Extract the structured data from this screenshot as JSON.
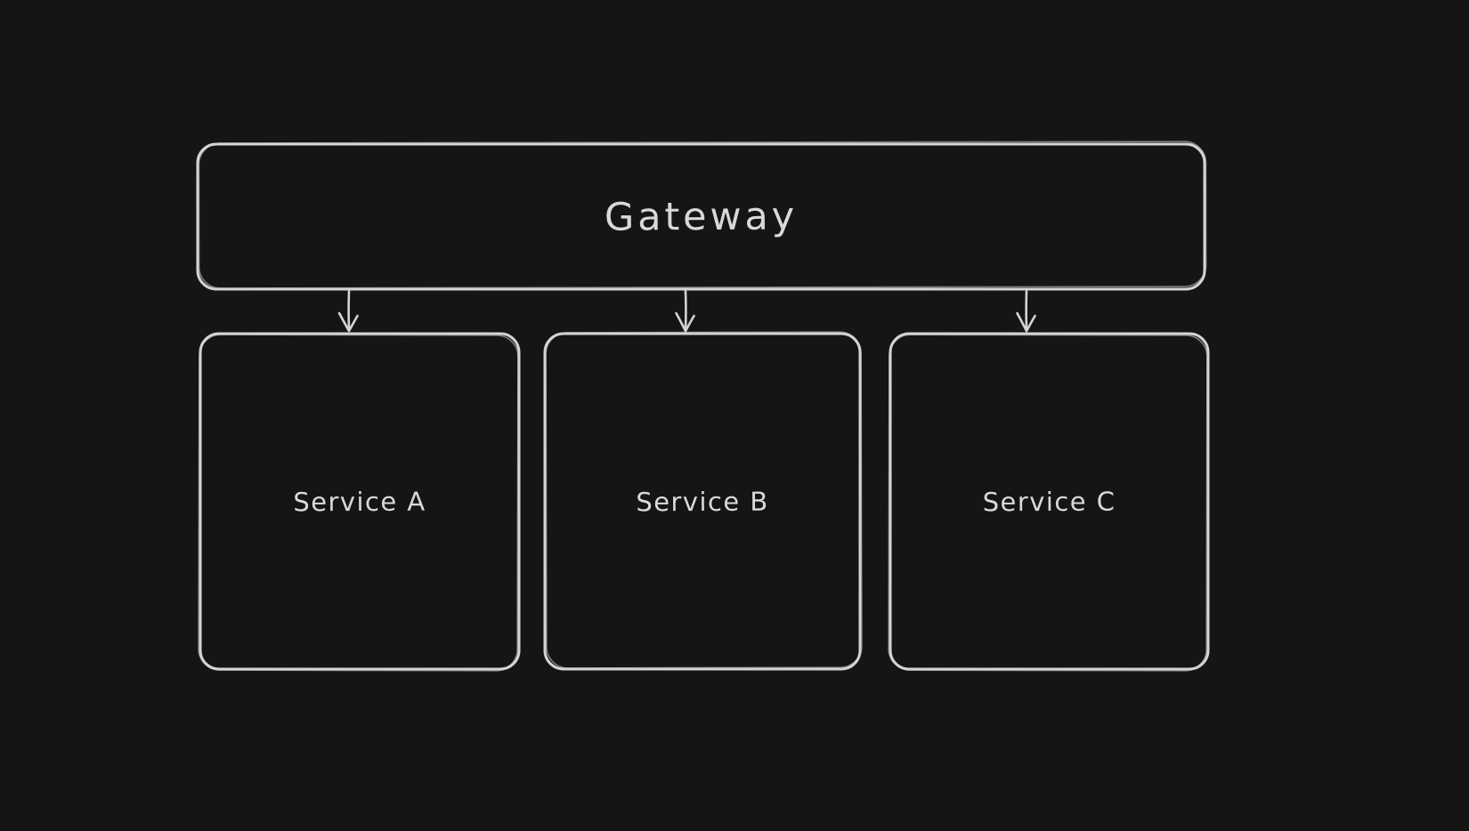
{
  "colors": {
    "background": "#151515",
    "stroke": "#d4d4d4",
    "text": "#d9d9d9"
  },
  "diagram": {
    "type": "flowchart",
    "style": "hand-drawn-sketch-dark",
    "nodes": [
      {
        "id": "gateway",
        "label": "Gateway",
        "shape": "rounded-rectangle"
      },
      {
        "id": "service-a",
        "label": "Service A",
        "shape": "rounded-rectangle"
      },
      {
        "id": "service-b",
        "label": "Service B",
        "shape": "rounded-rectangle"
      },
      {
        "id": "service-c",
        "label": "Service C",
        "shape": "rounded-rectangle"
      }
    ],
    "edges": [
      {
        "from": "gateway",
        "to": "service-a",
        "direction": "down",
        "arrowhead": "open"
      },
      {
        "from": "gateway",
        "to": "service-b",
        "direction": "down",
        "arrowhead": "open"
      },
      {
        "from": "gateway",
        "to": "service-c",
        "direction": "down",
        "arrowhead": "open"
      }
    ]
  }
}
